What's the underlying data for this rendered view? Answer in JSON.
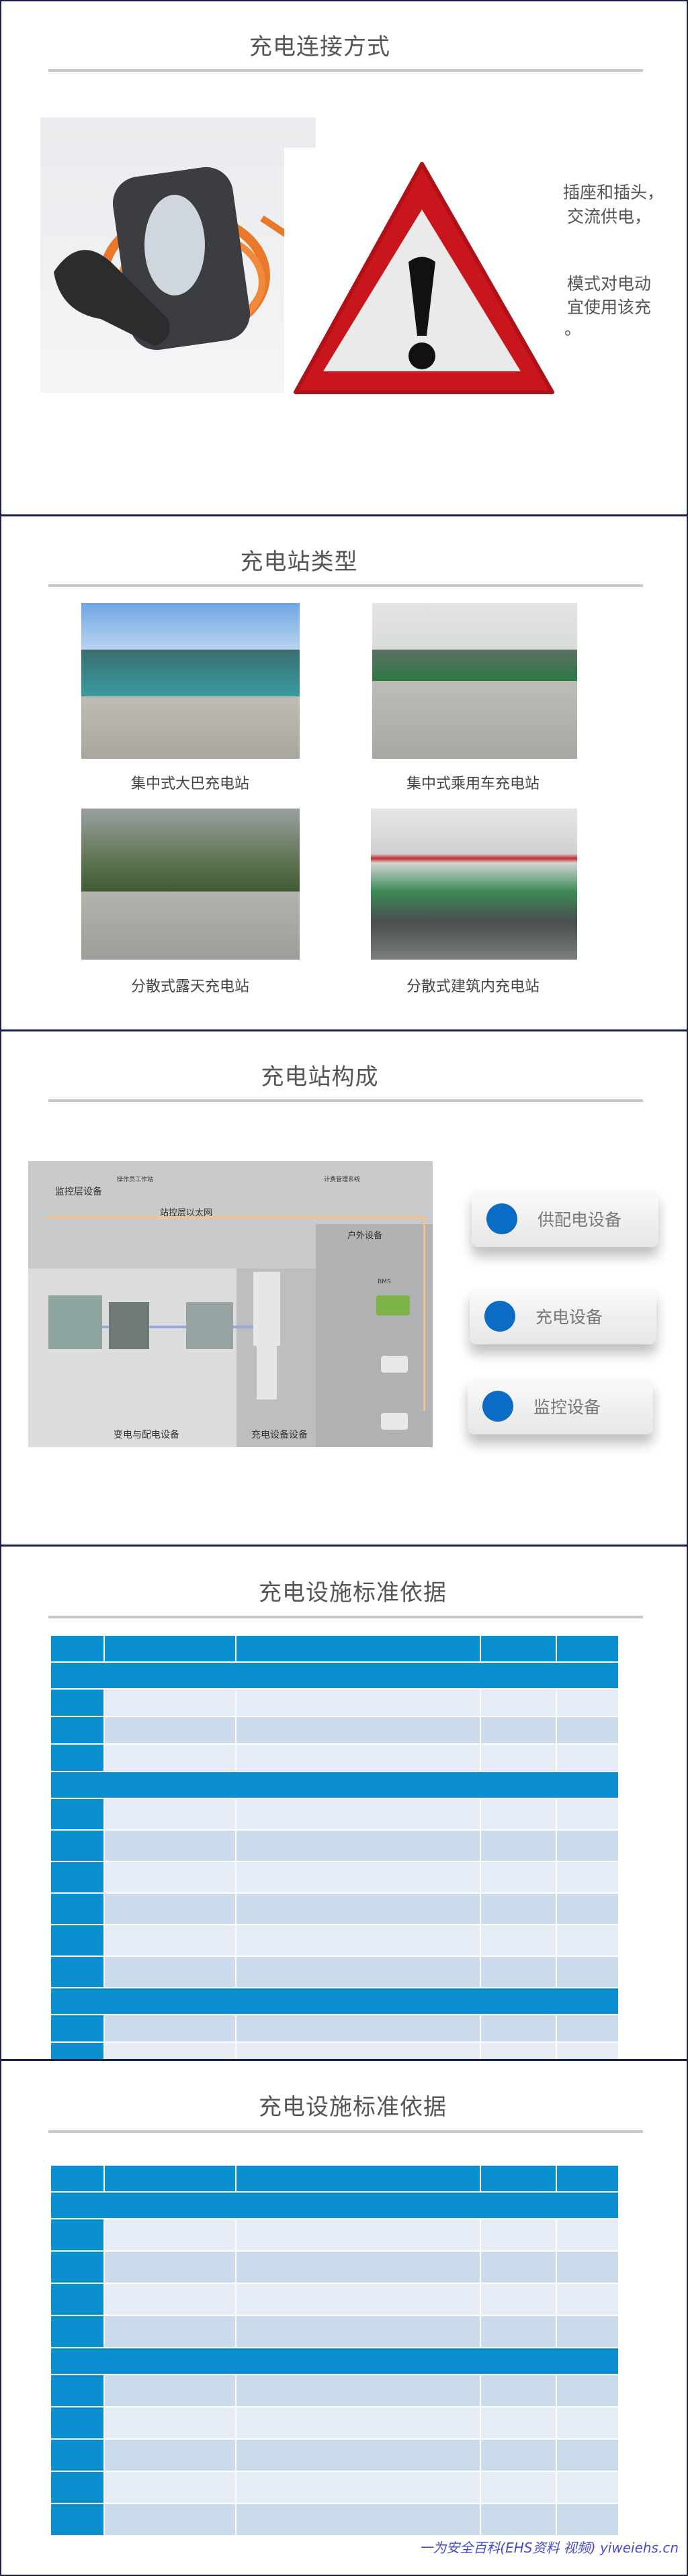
{
  "slides": {
    "connection": {
      "title": "充电连接方式",
      "side_text": [
        "插座和插头，",
        "交流供电，",
        "模式对电动",
        "宜使用该充",
        "。"
      ]
    },
    "station_types": {
      "title": "充电站类型",
      "items": [
        {
          "caption": "集中式大巴充电站"
        },
        {
          "caption": "集中式乘用车充电站"
        },
        {
          "caption": "分散式露天充电站"
        },
        {
          "caption": "分散式建筑内充电站"
        }
      ]
    },
    "composition": {
      "title": "充电站构成",
      "diagram_labels": {
        "monitor_layer": "监控层设备",
        "operator_ws": "操作员工作站",
        "billing": "计费管理系统",
        "ethernet": "站控层以太网",
        "outdoor": "户外设备",
        "substation": "变电与配电设备",
        "charging": "充电设备设备",
        "bms": "BMS"
      },
      "cards": [
        "供配电设备",
        "充电设备",
        "监控设备"
      ]
    },
    "standards_1": {
      "title": "充电设施标准依据",
      "rows": [
        "section",
        "l",
        "m",
        "l",
        "section",
        "l",
        "m",
        "l",
        "m",
        "l",
        "m",
        "section",
        "m",
        "l"
      ]
    },
    "standards_2": {
      "title": "充电设施标准依据",
      "rows": [
        "section",
        "l",
        "m",
        "l",
        "m",
        "section",
        "m",
        "l",
        "m",
        "l",
        "m"
      ]
    }
  },
  "footer": "一为安全百科(EHS资料 视频) yiweiehs.cn",
  "colors": {
    "table_blue": "#0a8fd0",
    "row_light": "#e5ecf6",
    "row_mid": "#cbdbec",
    "card_dot": "#0a6cc4"
  }
}
